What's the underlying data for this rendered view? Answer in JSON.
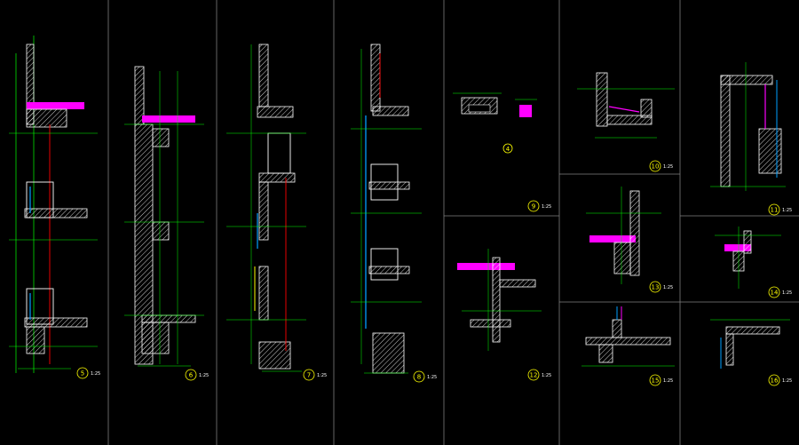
{
  "colors": {
    "background": "#000000",
    "frame": "#7f7f7f",
    "wall": "#ffffff",
    "dim": "#00ff00",
    "accent": "#ff00ff",
    "axis": "#ff0000",
    "glass": "#00a0ff",
    "tag": "#ffff00"
  },
  "details": [
    {
      "number": "5",
      "scale": "1:25"
    },
    {
      "number": "6",
      "scale": "1:25"
    },
    {
      "number": "7",
      "scale": "1:25"
    },
    {
      "number": "8",
      "scale": "1:25"
    },
    {
      "number": "9",
      "scale": "1:25"
    },
    {
      "number": "10",
      "scale": "1:25"
    },
    {
      "number": "11",
      "scale": "1:25"
    },
    {
      "number": "12",
      "scale": "1:25"
    },
    {
      "number": "13",
      "scale": "1:25"
    },
    {
      "number": "14",
      "scale": "1:25"
    },
    {
      "number": "15",
      "scale": "1:25"
    },
    {
      "number": "16",
      "scale": "1:25"
    }
  ],
  "detail_4_tag": "4"
}
